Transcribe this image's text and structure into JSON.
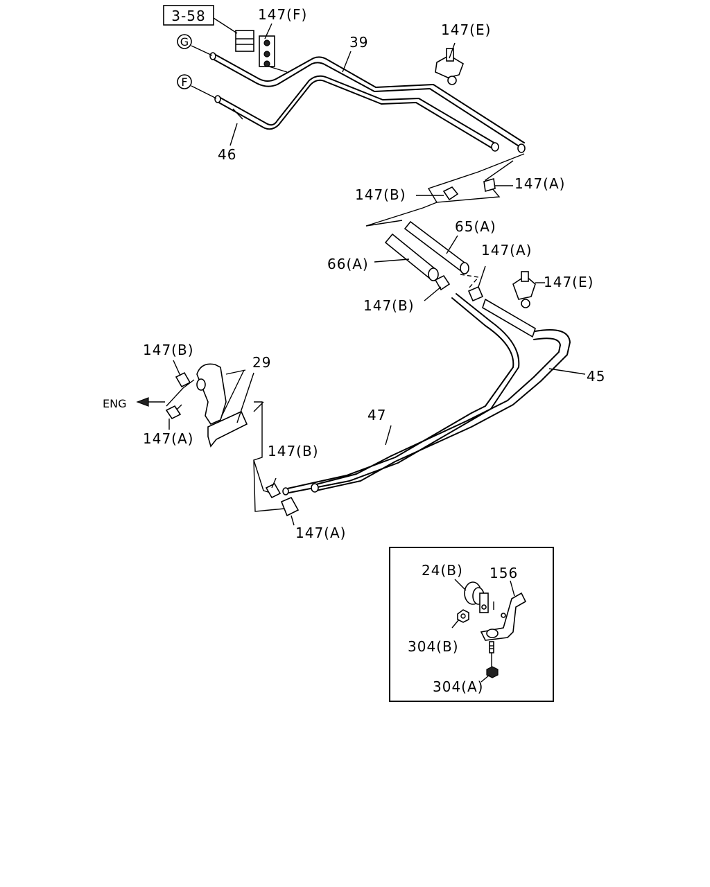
{
  "diagram": {
    "ref_box": "3-58",
    "markers": {
      "g": "G",
      "f": "F"
    },
    "labels": {
      "clip_147f": "147(F)",
      "pipe_39": "39",
      "clip_147e_top": "147(E)",
      "pipe_46": "46",
      "clip_147b_1": "147(B)",
      "clip_147a_1": "147(A)",
      "hose_65a": "65(A)",
      "clip_147a_2": "147(A)",
      "hose_66a": "66(A)",
      "clip_147e_mid": "147(E)",
      "clip_147b_2": "147(B)",
      "clip_147b_3": "147(B)",
      "hose_29": "29",
      "eng": "ENG",
      "pipe_45": "45",
      "clip_147a_3": "147(A)",
      "pipe_47": "47",
      "clip_147b_4": "147(B)",
      "clip_147a_4": "147(A)"
    },
    "inset": {
      "grommet_24b": "24(B)",
      "bracket_156": "156",
      "nut_304b": "304(B)",
      "nut_304a": "304(A)"
    }
  }
}
